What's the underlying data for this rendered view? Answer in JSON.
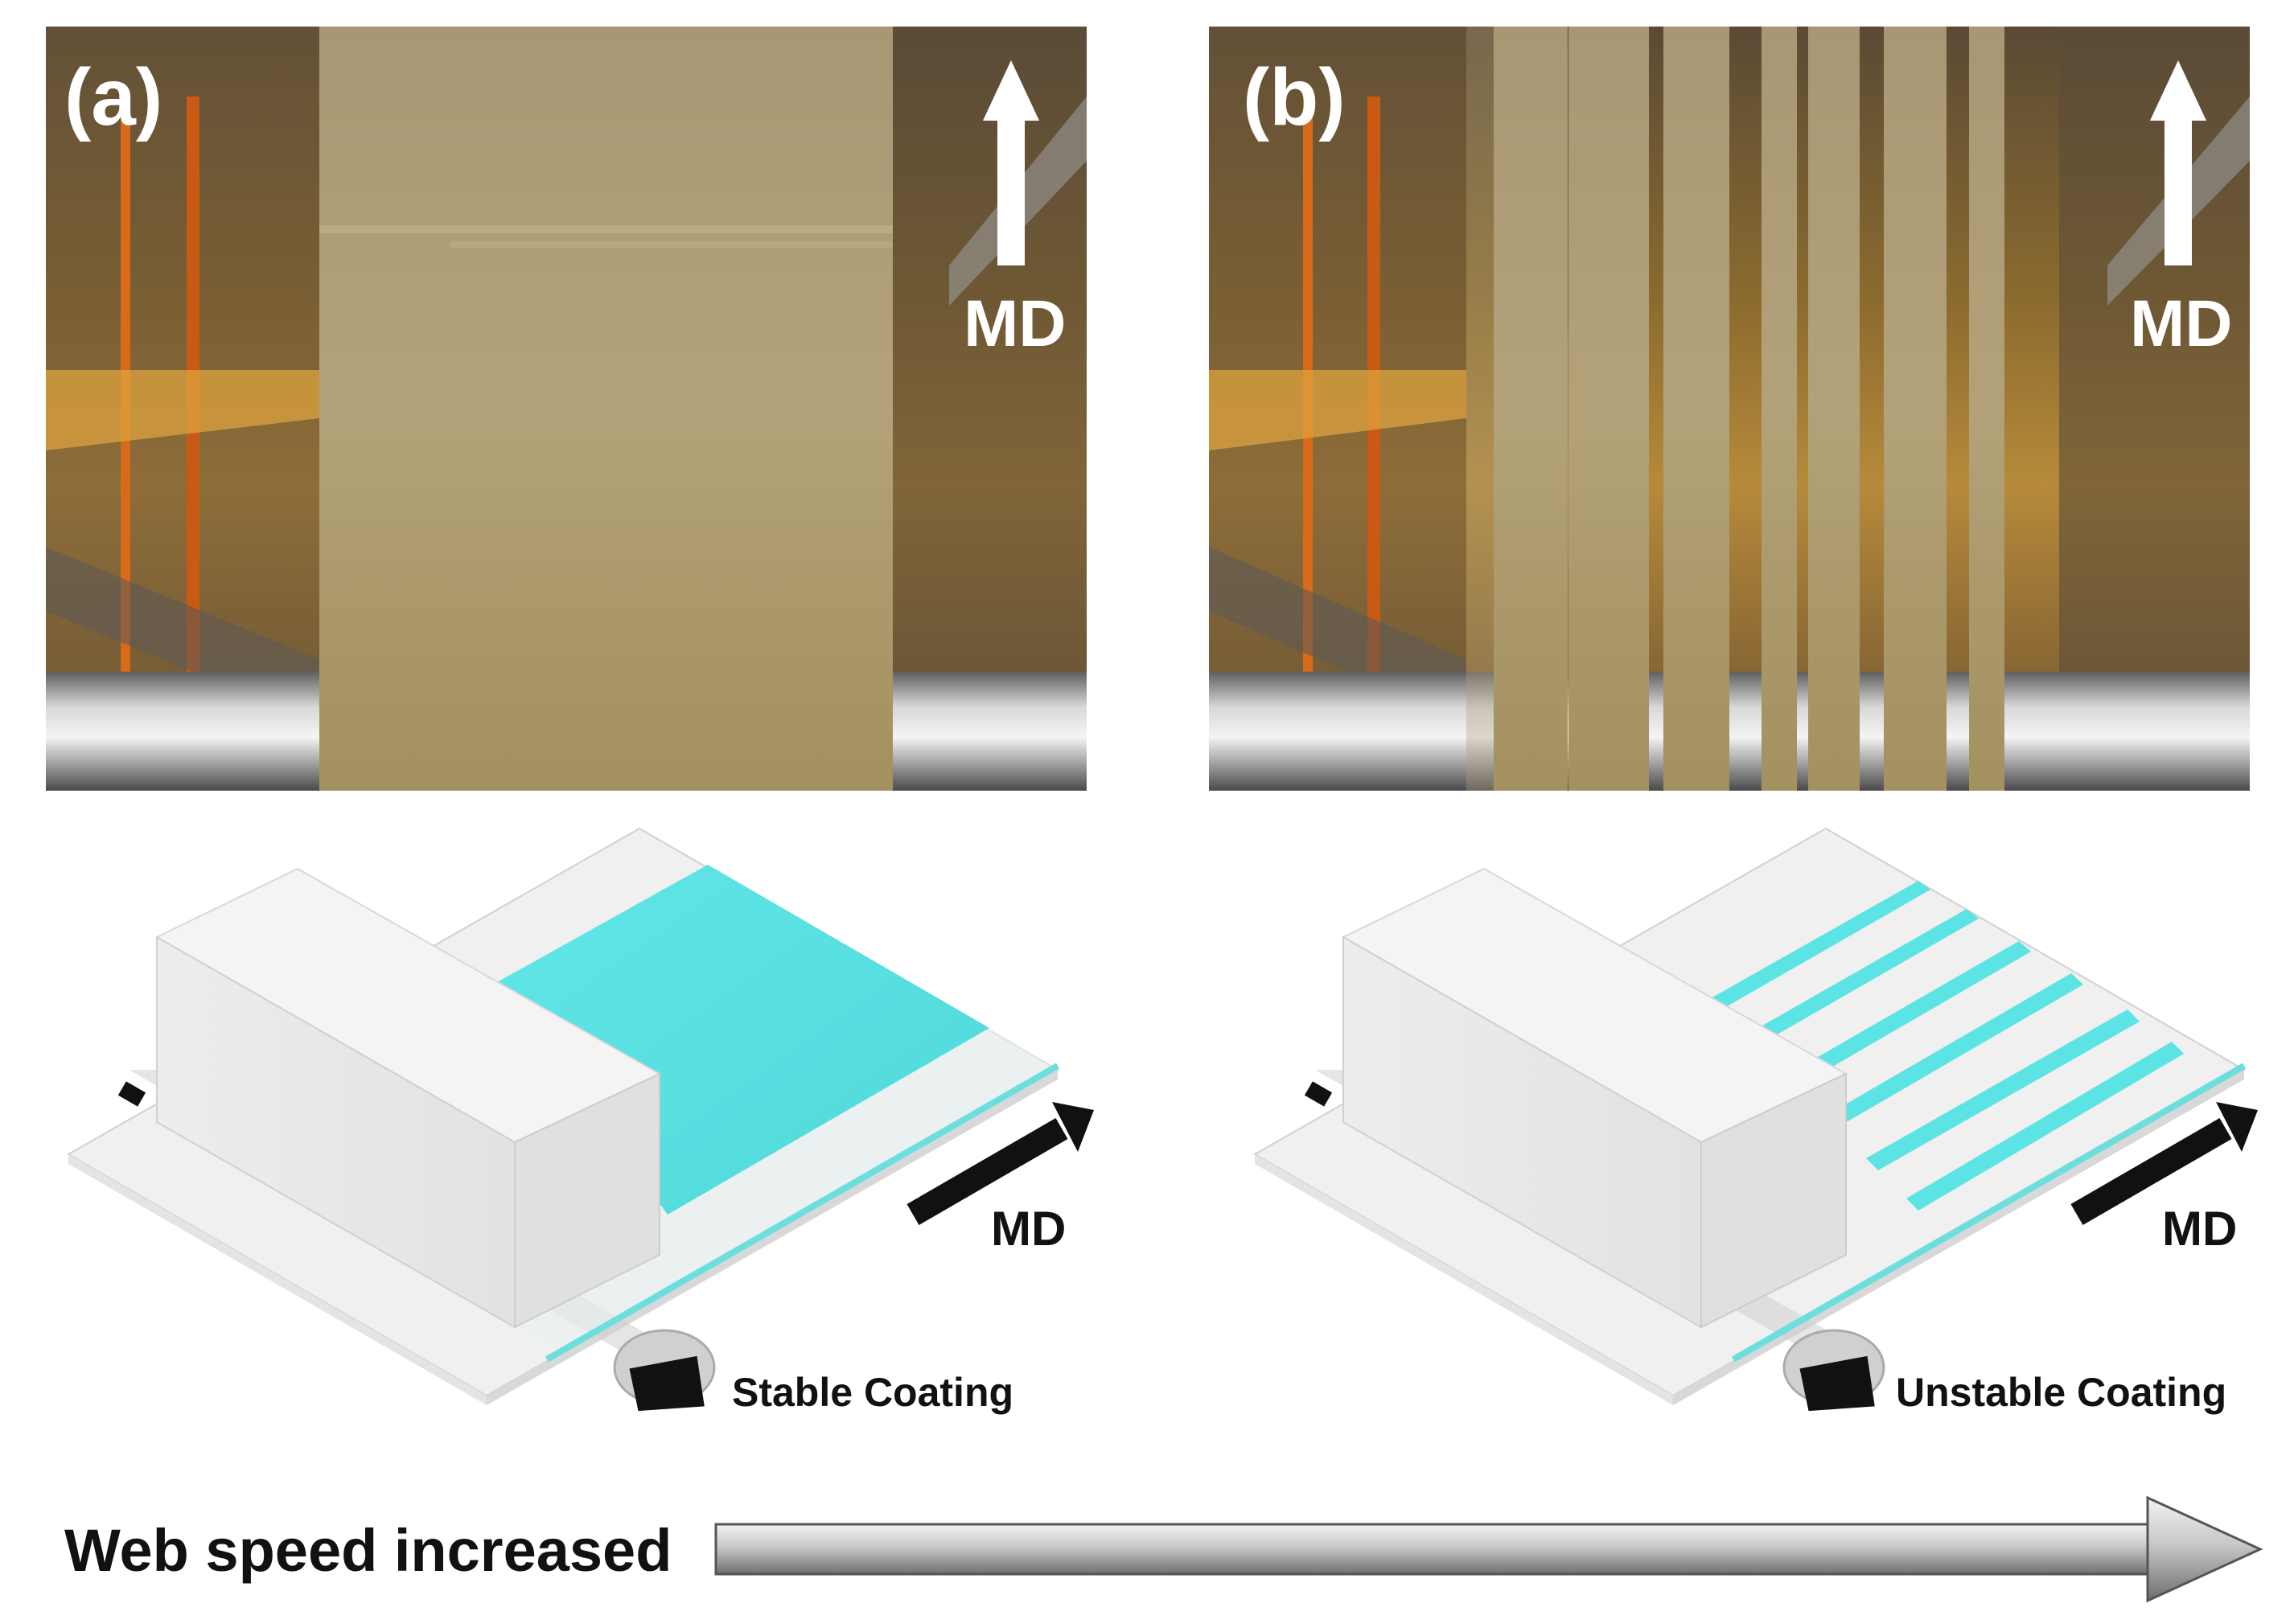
{
  "panels": [
    {
      "label": "(a)",
      "direction_label": "MD",
      "schematic_direction_label": "MD",
      "caption": "Stable Coating",
      "coating": "continuous"
    },
    {
      "label": "(b)",
      "direction_label": "MD",
      "schematic_direction_label": "MD",
      "caption": "Unstable Coating",
      "coating": "stripes",
      "stripe_count": 6
    }
  ],
  "footer": {
    "text": "Web speed increased"
  },
  "colors": {
    "coating": "#5ce3e3",
    "web": "#b8a47a",
    "machine_bg": "#7a5a26",
    "arrow_dark": "#111111",
    "arrow_silver": "#c4c4c4"
  },
  "icons": [
    "up-arrow-icon",
    "diagonal-arrow-icon",
    "right-arrow-icon"
  ]
}
